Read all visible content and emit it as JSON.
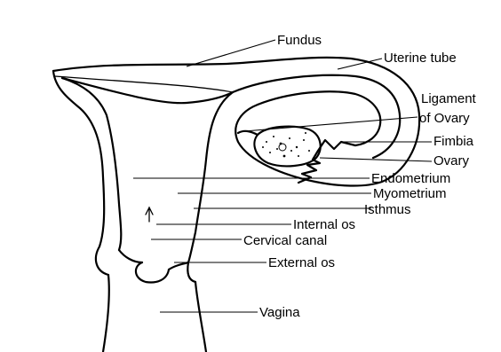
{
  "labels": {
    "fundus": "Fundus",
    "uterine_tube": "Uterine tube",
    "ligament_line1": "Ligament",
    "ligament_line2": "of Ovary",
    "fimbia": "Fimbia",
    "ovary": "Ovary",
    "endometrium": "Endometrium",
    "myometrium": "Myometrium",
    "isthmus": "Isthmus",
    "internal_os": "Internal os",
    "cervical_canal": "Cervical canal",
    "external_os": "External os",
    "vagina": "Vagina"
  }
}
